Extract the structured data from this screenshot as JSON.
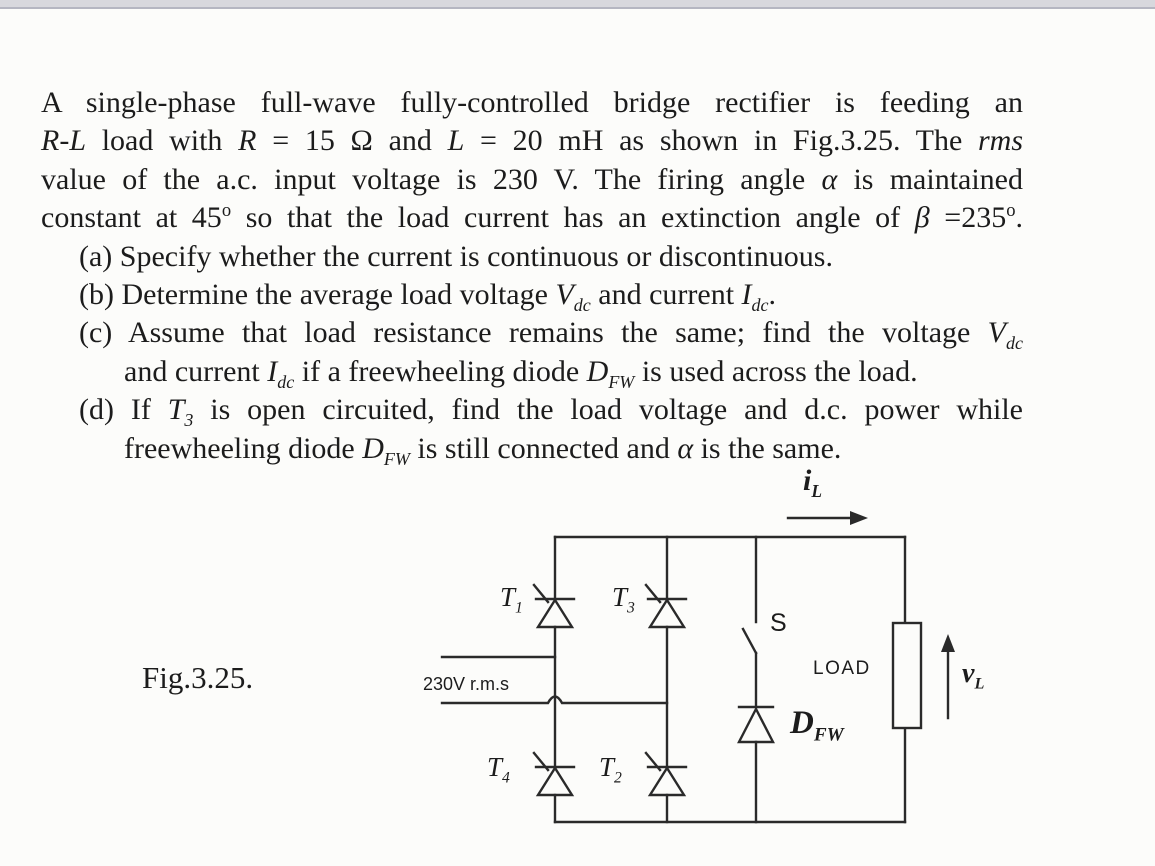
{
  "page": {
    "ink": "#1c1c1c",
    "stroke": "#2a2a2a",
    "paper": "#fcfcfa",
    "top_strip_color": "#d8d8dd",
    "top_strip_edge_color": "#b5b6c1"
  },
  "problem": {
    "lines": [
      {
        "html": "A single-phase full-wave fully-controlled bridge rectifier is feeding an"
      },
      {
        "html": "<i>R-L</i> load with <i>R</i> = 15 Ω and <i>L</i> = 20 mH as shown in Fig.3.25. The <i>rms</i>"
      },
      {
        "html": "value of the a.c. input voltage is 230 V. The firing angle <i>α</i> is maintained"
      },
      {
        "html": "constant at 45<sup>o</sup> so that the load current has an extinction angle of <i>β</i> =235<sup>o</sup>."
      },
      {
        "html": "(a) Specify whether the current is continuous or discontinuous."
      },
      {
        "html": "(b) Determine the average load voltage <i>V<sub>dc</sub></i> and current <i>I<sub>dc</sub></i>."
      },
      {
        "html": "(c) Assume that load resistance remains the same; find the voltage <i>V<sub>dc</sub></i>"
      },
      {
        "html": "and current <i>I<sub>dc</sub></i> if a freewheeling diode <i>D<sub>FW</sub></i> is used across the load."
      },
      {
        "html": "(d) If <i>T<sub>3</sub></i> is open circuited, find the load voltage and d.c. power while"
      },
      {
        "html": "freewheeling diode <i>D<sub>FW</sub></i> is still connected and <i>α</i> is the same."
      }
    ]
  },
  "figure": {
    "caption": "Fig.3.25.",
    "source_label": "230V r.m.s",
    "load_label": "LOAD",
    "switch_label": "S",
    "current_label": {
      "base": "i",
      "sub": "L"
    },
    "voltage_label": {
      "base": "v",
      "sub": "L"
    },
    "freewheel_label": {
      "base": "D",
      "sub": "FW"
    },
    "t1": {
      "base": "T",
      "sub": "1"
    },
    "t3": {
      "base": "T",
      "sub": "3"
    },
    "t4": {
      "base": "T",
      "sub": "4"
    },
    "t2": {
      "base": "T",
      "sub": "2"
    }
  }
}
